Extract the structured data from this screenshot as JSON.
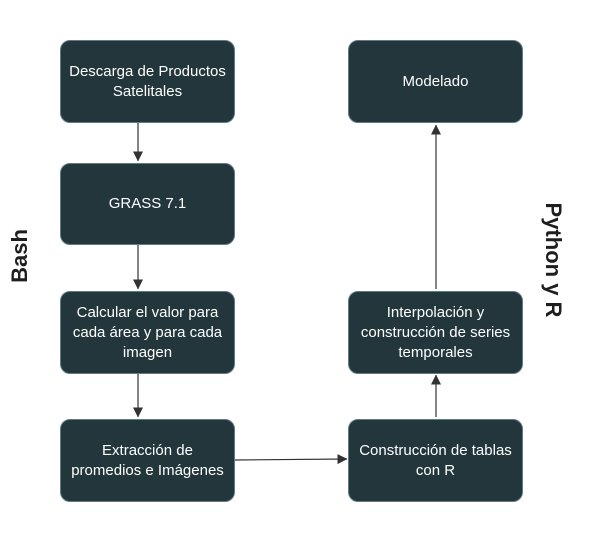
{
  "diagram": {
    "nodes": [
      {
        "id": "download",
        "label": "Descarga de Productos Satelitales"
      },
      {
        "id": "grass",
        "label": "GRASS 7.1"
      },
      {
        "id": "calc",
        "label": "Calcular el valor para cada área y para cada imagen"
      },
      {
        "id": "extract",
        "label": "Extracción de promedios e Imágenes"
      },
      {
        "id": "tables",
        "label": "Construcción de tablas con R"
      },
      {
        "id": "interp",
        "label": "Interpolación y construcción de series temporales"
      },
      {
        "id": "model",
        "label": "Modelado"
      }
    ],
    "edges": [
      {
        "from": "download",
        "to": "grass"
      },
      {
        "from": "grass",
        "to": "calc"
      },
      {
        "from": "calc",
        "to": "extract"
      },
      {
        "from": "extract",
        "to": "tables"
      },
      {
        "from": "tables",
        "to": "interp"
      },
      {
        "from": "interp",
        "to": "model"
      }
    ],
    "side_labels": {
      "left": "Bash",
      "right": "Python y R"
    }
  },
  "colors": {
    "node_fill": "#22363b",
    "node_border": "#5f7d86",
    "node_text": "#ffffff",
    "edge": "#333333",
    "side_label": "#1e1e1e"
  }
}
